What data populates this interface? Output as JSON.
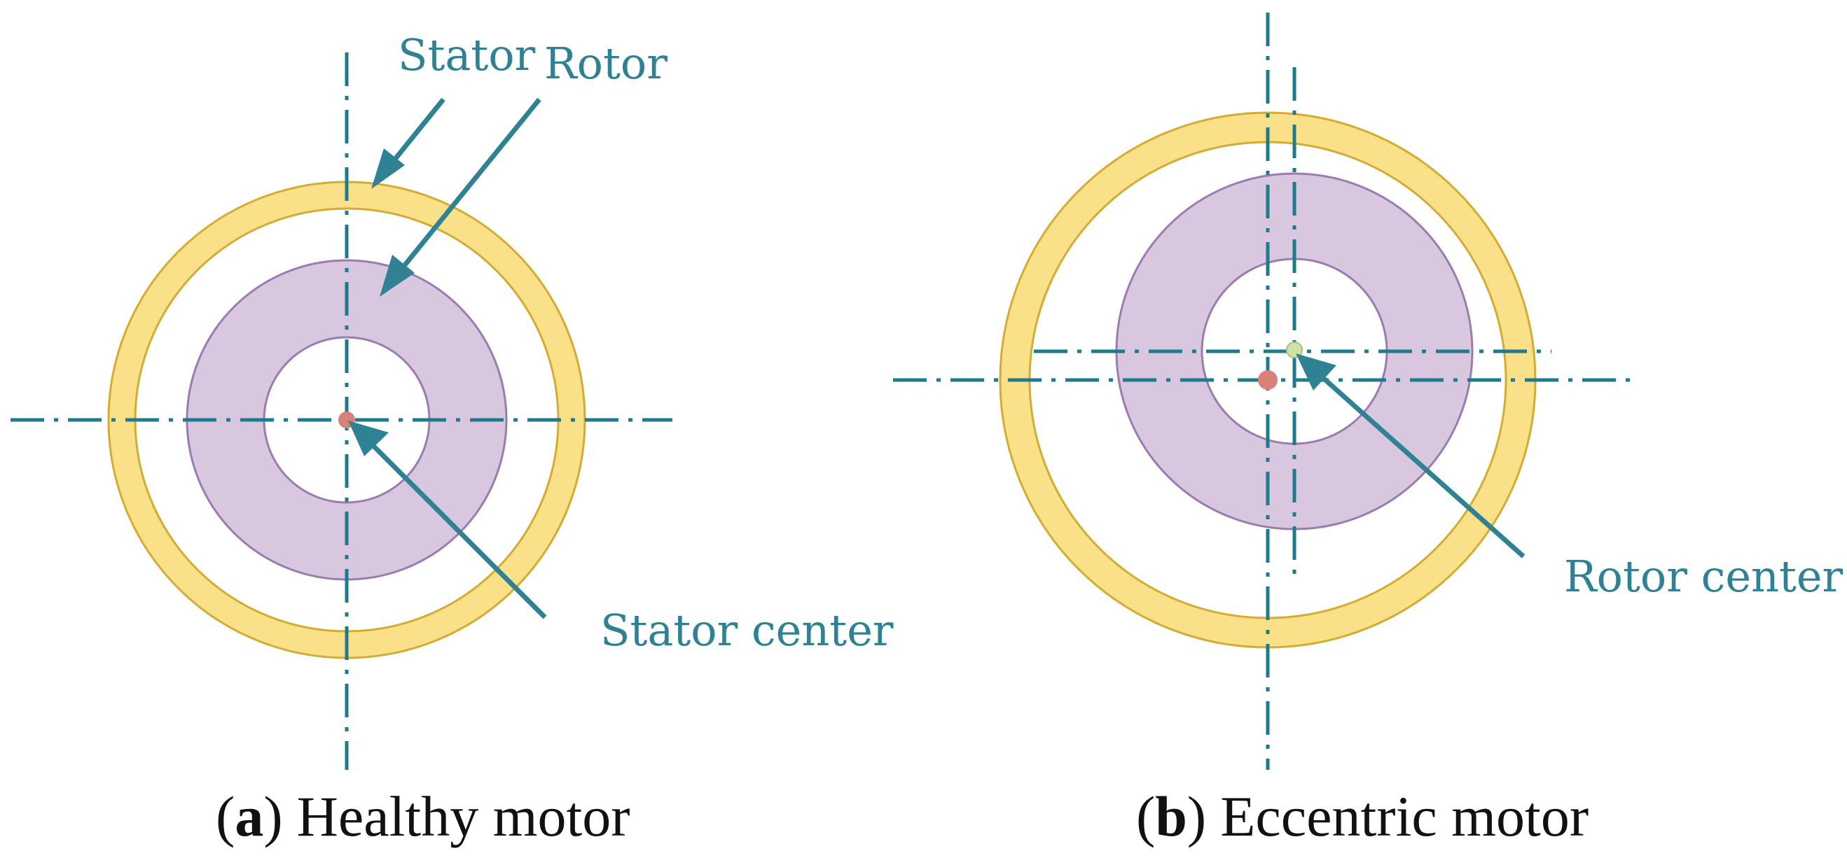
{
  "panel_a": {
    "stator_label": "Stator",
    "rotor_label": "Rotor",
    "center_label": "Stator center",
    "caption_letter": "a",
    "caption_text": "Healthy motor"
  },
  "panel_b": {
    "center_label": "Rotor center",
    "caption_letter": "b",
    "caption_text": "Eccentric motor"
  },
  "caption_open": "(",
  "caption_close": ")",
  "colors": {
    "stator_fill": "#fbe08a",
    "rotor_fill": "#d9c7e0",
    "accent": "#2e8294",
    "stator_center_dot": "#d98078",
    "rotor_center_dot": "#cfe0a8"
  }
}
